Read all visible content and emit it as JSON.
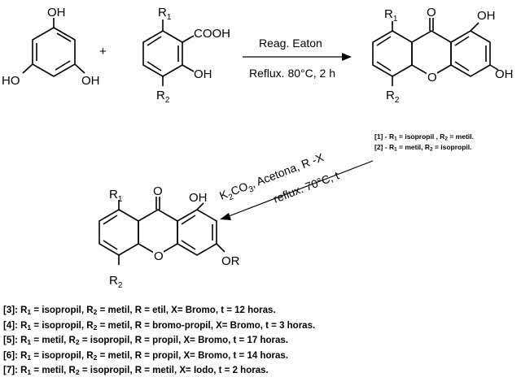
{
  "molecules": {
    "phloroglucinol": {
      "oh_top": "OH",
      "oh_left": "HO",
      "oh_right": "OH"
    },
    "plus": "+",
    "acid": {
      "r1": "R",
      "r1_sub": "1",
      "cooh": "COOH",
      "oh": "OH",
      "r2": "R",
      "r2_sub": "2"
    },
    "xanthone1": {
      "r1": "R",
      "r1_sub": "1",
      "carbonyl_o": "O",
      "oh1": "OH",
      "ring_o": "O",
      "oh3": "OH",
      "r2": "R",
      "r2_sub": "2"
    },
    "xanthone2": {
      "r1": "R",
      "r1_sub": "1",
      "carbonyl_o": "O",
      "oh1": "OH",
      "ring_o": "O",
      "or": "OR",
      "r2": "R",
      "r2_sub": "2"
    }
  },
  "reaction1": {
    "reagent": "Reag. Eaton",
    "conditions": "Reflux. 80°C, 2 h"
  },
  "reaction2": {
    "reagent_prefix": "K",
    "reagent_k_sub": "2",
    "reagent_mid": "CO",
    "reagent_co_sub": "3",
    "reagent_rest": ", Acetona, R -X",
    "conditions": "reflux. 70°C, t"
  },
  "product_notes": [
    {
      "tag": "[1]",
      "text_a": " - R",
      "sub1": "1",
      "text_b": " = isopropil , R",
      "sub2": "2",
      "text_c": " = metil."
    },
    {
      "tag": "[2]",
      "text_a": " - R",
      "sub1": "1",
      "text_b": " = metil, R",
      "sub2": "2",
      "text_c": " = isopropil."
    }
  ],
  "derivatives": [
    {
      "tag": "[3]",
      "r1": "isopropil",
      "r2": "metil",
      "r": "etil",
      "x": "Bromo",
      "t": "12 horas."
    },
    {
      "tag": "[4]",
      "r1": "isopropil",
      "r2": "metil",
      "r": "bromo-propil",
      "x": "Bromo",
      "t": "3 horas."
    },
    {
      "tag": "[5]",
      "r1": "metil",
      "r2": "isopropil",
      "r": "propil",
      "x": "Bromo",
      "t": "17 horas."
    },
    {
      "tag": "[6]",
      "r1": "isopropil",
      "r2": "metil",
      "r": "propil",
      "x": "Bromo",
      "t": "14 horas."
    },
    {
      "tag": "[7]",
      "r1": "metil",
      "r2": "isopropil",
      "r": "metil",
      "x": "Iodo",
      "t": "2 horas."
    }
  ]
}
